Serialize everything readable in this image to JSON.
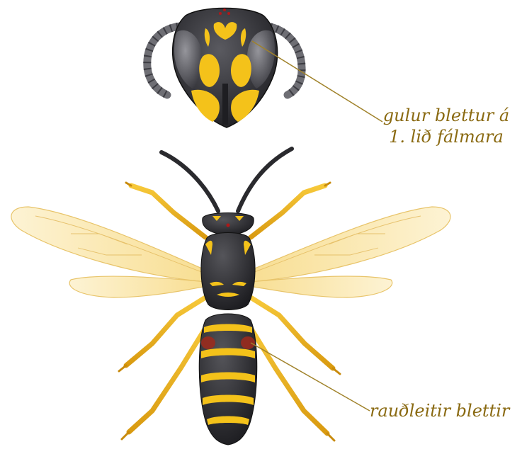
{
  "labels": {
    "antenna_spot_line1": "gulur blettur á",
    "antenna_spot_line2": "1. lið fálmara",
    "red_spots": "rauðleitir blettir"
  },
  "colors": {
    "label_text": "#8a6a12",
    "leader_line": "#a0822a",
    "body_black": "#2a2a2e",
    "yellow": "#f4c21a",
    "wing": "#fbe7b0",
    "red_spot": "#9a2b1e"
  }
}
